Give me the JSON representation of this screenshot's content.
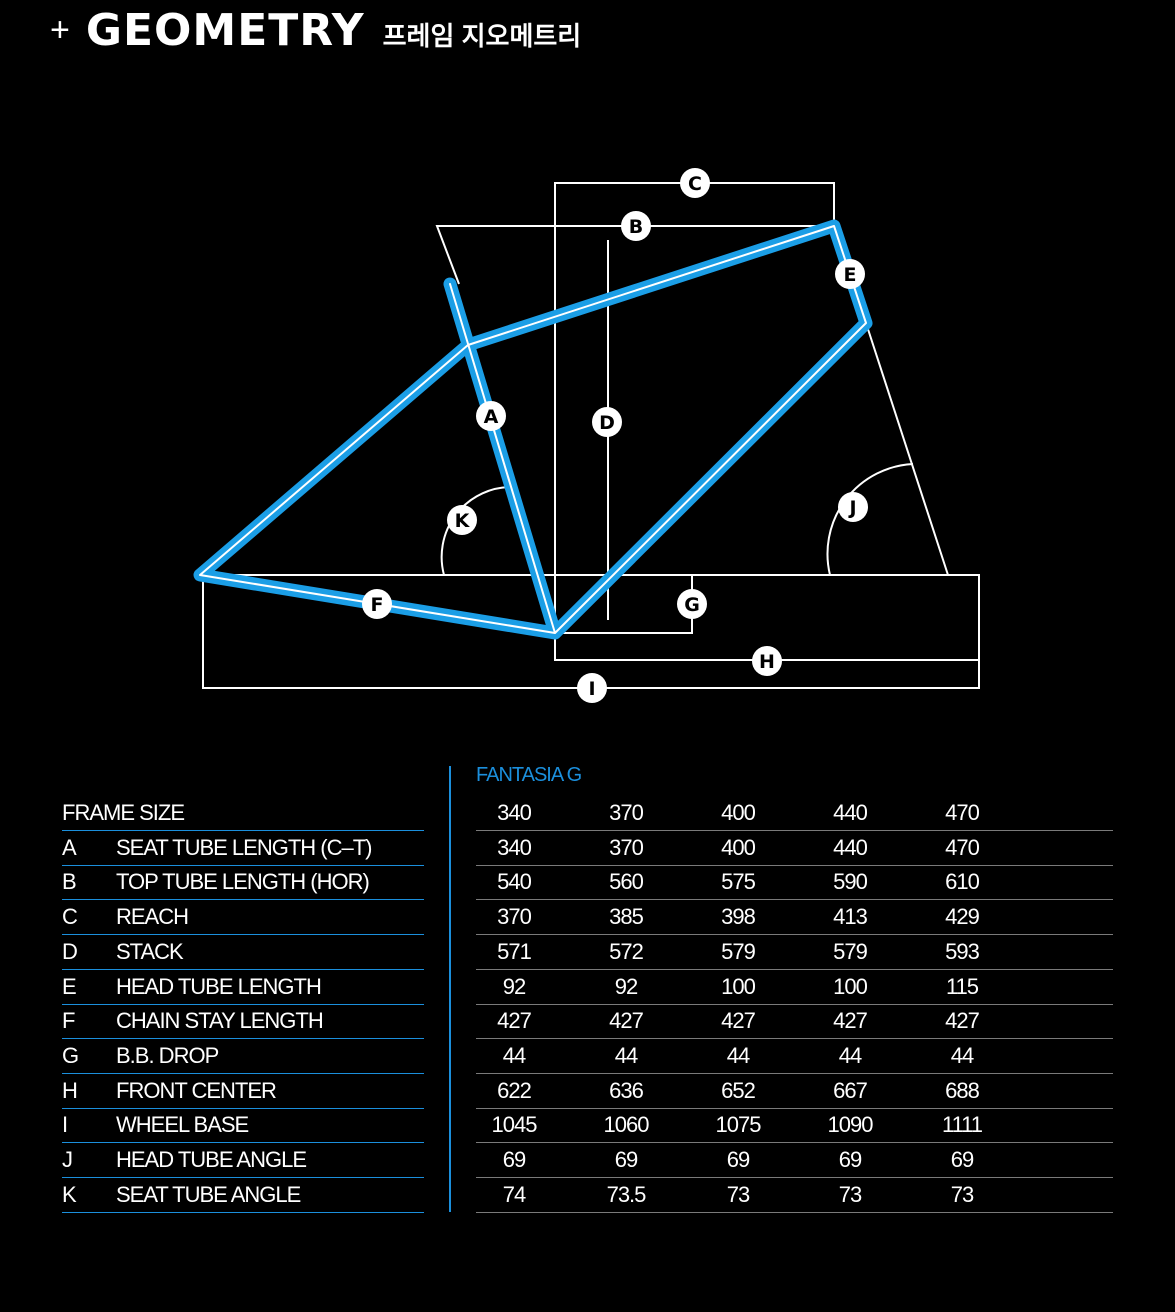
{
  "header": {
    "plus": "+",
    "title": "GEOMETRY",
    "subtitle": "프레임 지오메트리"
  },
  "diagram": {
    "labels": [
      "A",
      "B",
      "C",
      "D",
      "E",
      "F",
      "G",
      "H",
      "I",
      "J",
      "K"
    ]
  },
  "colors": {
    "frame": "#1b9ee6",
    "accent": "#1b8fdc",
    "row_line": "#7a7a7a"
  },
  "table": {
    "model": "FANTASIA G",
    "rows": [
      {
        "key": "",
        "label": "FRAME SIZE",
        "values": [
          "340",
          "370",
          "400",
          "440",
          "470"
        ]
      },
      {
        "key": "A",
        "label": "SEAT TUBE LENGTH (C–T)",
        "values": [
          "340",
          "370",
          "400",
          "440",
          "470"
        ]
      },
      {
        "key": "B",
        "label": "TOP TUBE  LENGTH (HOR)",
        "values": [
          "540",
          "560",
          "575",
          "590",
          "610"
        ]
      },
      {
        "key": "C",
        "label": "REACH",
        "values": [
          "370",
          "385",
          "398",
          "413",
          "429"
        ]
      },
      {
        "key": "D",
        "label": "STACK",
        "values": [
          "571",
          "572",
          "579",
          "579",
          "593"
        ]
      },
      {
        "key": "E",
        "label": "HEAD TUBE LENGTH",
        "values": [
          "92",
          "92",
          "100",
          "100",
          "115"
        ]
      },
      {
        "key": "F",
        "label": "CHAIN STAY LENGTH",
        "values": [
          "427",
          "427",
          "427",
          "427",
          "427"
        ]
      },
      {
        "key": "G",
        "label": "B.B. DROP",
        "values": [
          "44",
          "44",
          "44",
          "44",
          "44"
        ]
      },
      {
        "key": "H",
        "label": "FRONT CENTER",
        "values": [
          "622",
          "636",
          "652",
          "667",
          "688"
        ]
      },
      {
        "key": "I",
        "label": "WHEEL BASE",
        "values": [
          "1045",
          "1060",
          "1075",
          "1090",
          "1111"
        ]
      },
      {
        "key": "J",
        "label": "HEAD TUBE ANGLE",
        "values": [
          "69",
          "69",
          "69",
          "69",
          "69"
        ]
      },
      {
        "key": "K",
        "label": "SEAT TUBE ANGLE",
        "values": [
          "74",
          "73.5",
          "73",
          "73",
          "73"
        ]
      }
    ]
  }
}
